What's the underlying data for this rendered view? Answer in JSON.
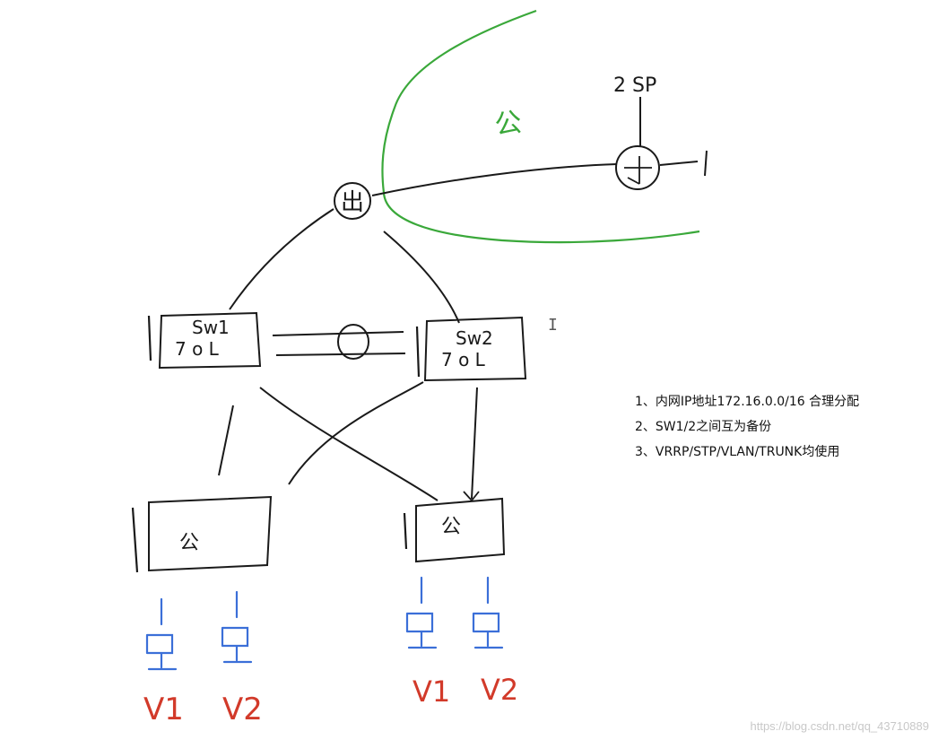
{
  "colors": {
    "ink": "#1a1a1a",
    "network_boundary": "#3aa83a",
    "host": "#3b6fd8",
    "vlan_label": "#d23a2a"
  },
  "diagram": {
    "isp_label": "2 SP",
    "core_label": "出",
    "zone_label": "公",
    "sw1_label": "Sw1",
    "sw1_vlan": "7 o L",
    "sw2_label": "Sw2",
    "sw2_vlan": "7 o L",
    "access_left_label": "公",
    "access_right_label": "公",
    "vlan_labels": [
      "V1",
      "V2",
      "V1",
      "V2"
    ]
  },
  "requirements": [
    "1、内网IP地址172.16.0.0/16 合理分配",
    "2、SW1/2之间互为备份",
    "3、VRRP/STP/VLAN/TRUNK均使用"
  ],
  "watermark": "https://blog.csdn.net/qq_43710889"
}
